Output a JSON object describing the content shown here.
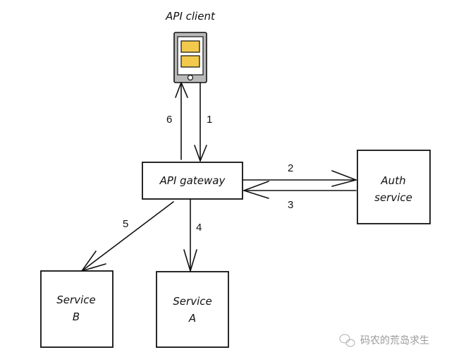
{
  "diagram": {
    "nodes": {
      "client": {
        "label": "API client",
        "icon": "mobile-phone-icon"
      },
      "gateway": {
        "label": "API gateway"
      },
      "auth": {
        "line1": "Auth",
        "line2": "service"
      },
      "service_b": {
        "line1": "Service",
        "line2": "B"
      },
      "service_a": {
        "line1": "Service",
        "line2": "A"
      }
    },
    "edges": [
      {
        "from": "client",
        "to": "gateway",
        "label": "1"
      },
      {
        "from": "gateway",
        "to": "auth",
        "label": "2"
      },
      {
        "from": "auth",
        "to": "gateway",
        "label": "3"
      },
      {
        "from": "gateway",
        "to": "service_a",
        "label": "4"
      },
      {
        "from": "gateway",
        "to": "service_b",
        "label": "5"
      },
      {
        "from": "gateway",
        "to": "client",
        "label": "6"
      }
    ],
    "colors": {
      "stroke": "#111111",
      "phone_body": "#b9b9b9",
      "phone_card": "#f2c94c"
    }
  },
  "watermark": {
    "text": "码农的荒岛求生",
    "icon": "wechat-icon"
  }
}
